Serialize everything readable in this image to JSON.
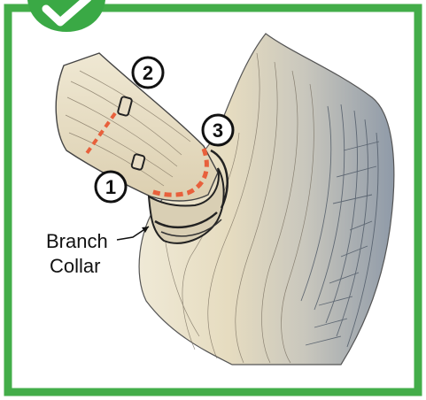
{
  "badge": {
    "icon": "checkmark-icon",
    "color": "#3aa945"
  },
  "frame": {
    "color": "#43ad49"
  },
  "cut_line_color": "#e8603c",
  "steps": [
    {
      "number": "1"
    },
    {
      "number": "2"
    },
    {
      "number": "3"
    }
  ],
  "callout": {
    "line1": "Branch",
    "line2": "Collar"
  }
}
